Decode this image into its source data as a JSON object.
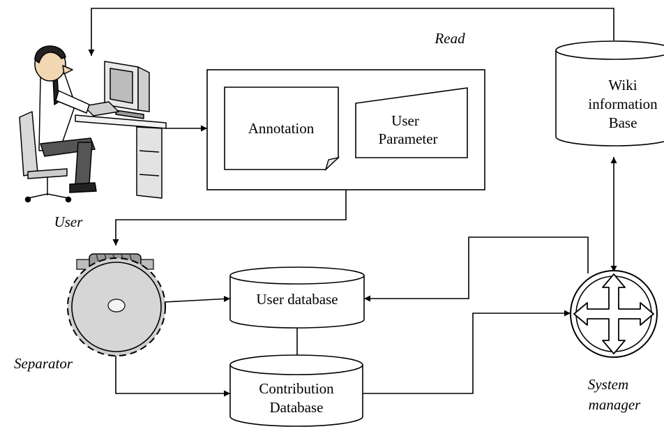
{
  "labels": {
    "read": "Read",
    "user": "User",
    "separator": "Separator",
    "system_manager_line1": "System",
    "system_manager_line2": "manager",
    "annotation": "Annotation",
    "user_parameter_line1": "User",
    "user_parameter_line2": "Parameter",
    "wiki_line1": "Wiki",
    "wiki_line2": "information",
    "wiki_line3": "Base",
    "user_database": "User database",
    "contribution_line1": "Contribution",
    "contribution_line2": "Database"
  },
  "colors": {
    "stroke": "#000000",
    "gear": "#cfcfcf",
    "screw": "#9a9a9a",
    "skin": "#f2d7b3"
  },
  "icons": {
    "user": "person-at-computer-icon",
    "separator": "gear-icon",
    "system_manager": "four-way-arrows-icon"
  }
}
